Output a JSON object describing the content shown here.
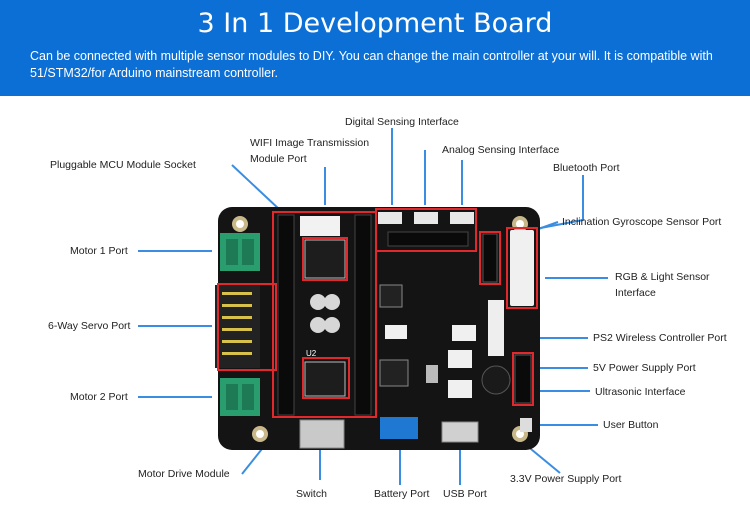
{
  "header": {
    "title": "3 In 1 Development Board",
    "description": "Can be connected with multiple sensor modules to DIY. You can change the main controller at your will. It is compatible with 51/STM32/for Arduino mainstream controller."
  },
  "board": {
    "chip_label": "U2",
    "colors": {
      "banner": "#0b6fd6",
      "pcb": "#141414",
      "callout_line": "#3a8de0",
      "highlight": "#e0282d"
    }
  },
  "labels": {
    "digital_sensing": "Digital Sensing Interface",
    "wifi_line1": "WIFI Image Transmission",
    "wifi_line2": "Module Port",
    "analog_sensing": "Analog Sensing Interface",
    "mcu_socket": "Pluggable MCU Module Socket",
    "bluetooth": "Bluetooth Port",
    "inclination": "Inclination Gyroscope Sensor Port",
    "motor1": "Motor 1 Port",
    "rgb_line1": "RGB & Light Sensor",
    "rgb_line2": "Interface",
    "servo": "6-Way Servo Port",
    "ps2": "PS2 Wireless Controller Port",
    "power5v": "5V Power Supply Port",
    "motor2": "Motor 2 Port",
    "ultrasonic": "Ultrasonic Interface",
    "user_button": "User Button",
    "motor_drive": "Motor Drive Module",
    "power33v": "3.3V Power Supply Port",
    "switch": "Switch",
    "battery": "Battery Port",
    "usb": "USB Port"
  }
}
